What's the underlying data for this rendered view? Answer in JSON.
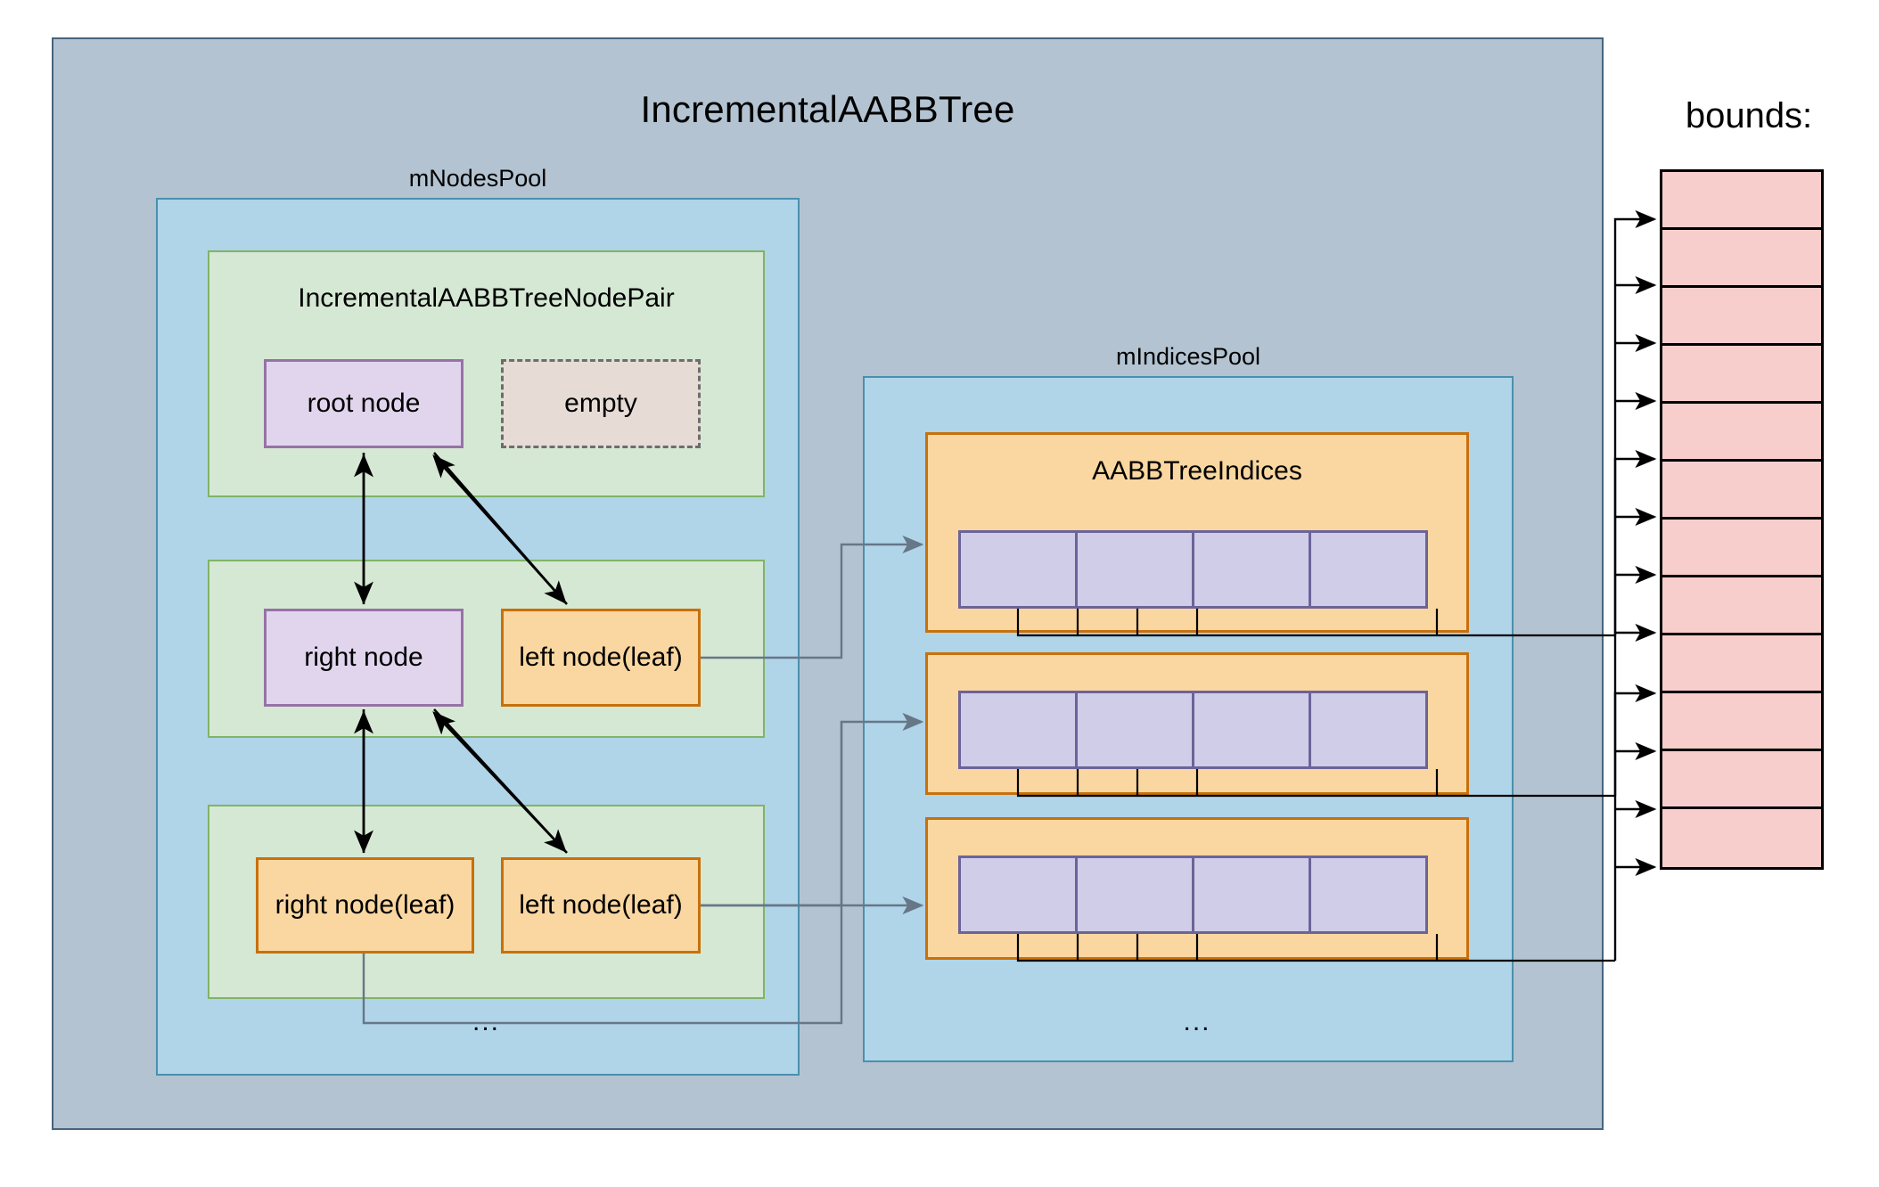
{
  "diagram": {
    "title": "IncrementalAABBTree",
    "ellipsis": "...",
    "nodes_pool": {
      "label": "mNodesPool",
      "pair_title": "IncrementalAABBTreeNodePair",
      "ellipsis": "...",
      "pairs": [
        {
          "left_label": "root node",
          "right_label": "empty"
        },
        {
          "left_label": "right node",
          "right_label": "left node(leaf)"
        },
        {
          "left_label": "right node(leaf)",
          "right_label": "left node(leaf)"
        }
      ]
    },
    "indices_pool": {
      "label": "mIndicesPool",
      "block_title": "AABBTreeIndices",
      "ellipsis": "...",
      "cells_per_block": 4,
      "block_count": 3
    },
    "bounds": {
      "label": "bounds:",
      "row_count": 12
    },
    "colors": {
      "container_fill": "#b3c3d1",
      "container_stroke": "#46647e",
      "pool_fill": "#b0d4e8",
      "pool_stroke": "#4a90ad",
      "pair_fill": "#d5e8d4",
      "pair_stroke": "#82b366",
      "node_purple_fill": "#e1d5ed",
      "node_purple_stroke": "#9673a6",
      "node_orange_fill": "#fad7a0",
      "node_orange_stroke": "#c8700c",
      "node_empty_fill": "#e6dcd5",
      "node_empty_stroke": "#6d6d6d",
      "cell_fill": "#cfcde8",
      "cell_stroke": "#6c6399",
      "bounds_fill": "#f8cecc",
      "bounds_stroke": "#000000",
      "arrow": "#000000",
      "arrow_gray": "#667788"
    }
  }
}
